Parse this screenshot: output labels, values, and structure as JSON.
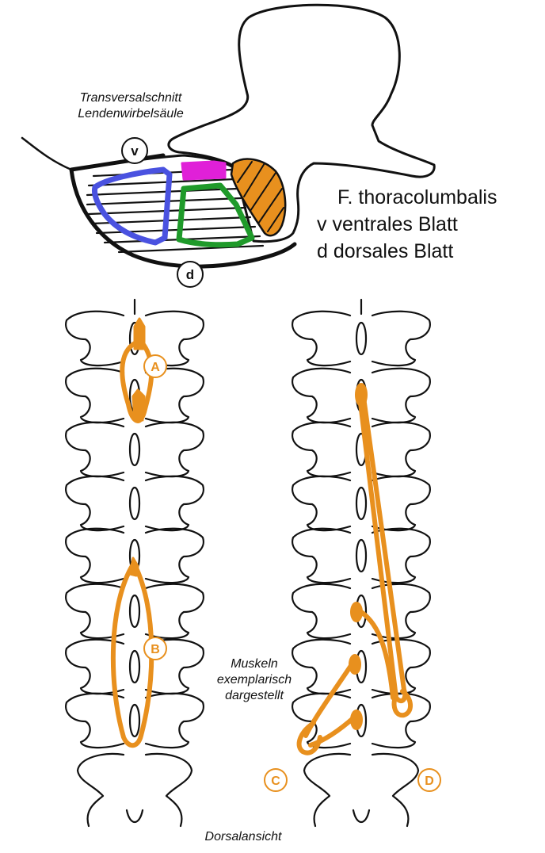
{
  "section_label": {
    "line1": "Transversalschnitt",
    "line2": "Lendenwirbelsäule"
  },
  "legend": {
    "title": "F. thoracolumbalis",
    "ventral": "v ventrales Blatt",
    "dorsal": "d dorsales Blatt"
  },
  "markers": {
    "v": "v",
    "d": "d",
    "A": "A",
    "B": "B",
    "C": "C",
    "D": "D"
  },
  "note": {
    "line1": "Muskeln",
    "line2": "exemplarisch",
    "line3": "dargestellt"
  },
  "view_label": "Dorsalansicht",
  "colors": {
    "muscle": "#e8901e",
    "blue": "#4a52e0",
    "green": "#1f9a2a",
    "magenta": "#e020d8",
    "ink": "#111111"
  }
}
